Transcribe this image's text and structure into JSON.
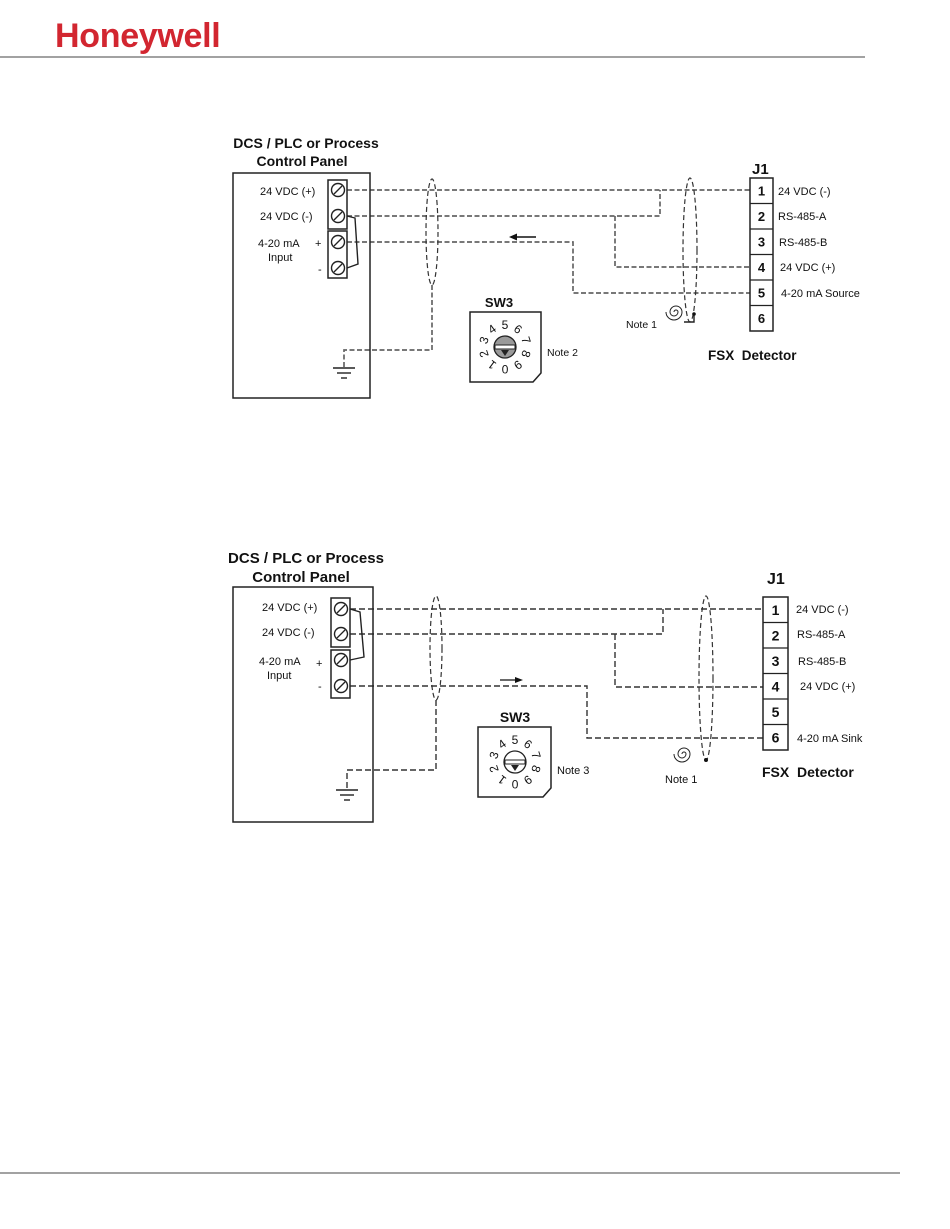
{
  "header": {
    "logo_text": "Honeywell",
    "brand_color": "#d22630"
  },
  "diagrams": [
    {
      "panel": {
        "title": [
          "DCS / PLC or Process",
          "Control Panel"
        ],
        "vdc_pos": "24 VDC (+)",
        "vdc_neg": "24 VDC (-)",
        "ma_label": "4-20 mA",
        "ma_sub": "Input",
        "plus": "+",
        "minus": "-"
      },
      "current_arrow_icon": "arrow-left-icon",
      "sw3": {
        "title": "SW3",
        "note": "Note 2",
        "digits": [
          "0",
          "1",
          "2",
          "3",
          "4",
          "5",
          "6",
          "7",
          "8",
          "9"
        ]
      },
      "shield_note": "Note 1",
      "j1": {
        "title": "J1",
        "pins": [
          {
            "number": "1",
            "label": "24 VDC (-)"
          },
          {
            "number": "2",
            "label": "RS-485-A"
          },
          {
            "number": "3",
            "label": "RS-485-B"
          },
          {
            "number": "4",
            "label": "24 VDC (+)"
          },
          {
            "number": "5",
            "label": "4-20 mA Source"
          },
          {
            "number": "6"
          }
        ]
      },
      "device": "FSX  Detector"
    },
    {
      "panel": {
        "title": [
          "DCS / PLC or Process",
          "Control Panel"
        ],
        "vdc_pos": "24 VDC (+)",
        "vdc_neg": "24 VDC (-)",
        "ma_label": "4-20 mA",
        "ma_sub": "Input",
        "plus": "+",
        "minus": "-"
      },
      "current_arrow_icon": "arrow-right-icon",
      "sw3": {
        "title": "SW3",
        "note": "Note 3",
        "digits": [
          "0",
          "1",
          "2",
          "3",
          "4",
          "5",
          "6",
          "7",
          "8",
          "9"
        ]
      },
      "shield_note": "Note 1",
      "j1": {
        "title": "J1",
        "pins": [
          {
            "number": "1",
            "label": "24 VDC (-)"
          },
          {
            "number": "2",
            "label": "RS-485-A"
          },
          {
            "number": "3",
            "label": "RS-485-B"
          },
          {
            "number": "4",
            "label": "24 VDC (+)"
          },
          {
            "number": "5"
          },
          {
            "number": "6",
            "label": "4-20 mA Sink"
          }
        ]
      },
      "device": "FSX  Detector"
    }
  ]
}
